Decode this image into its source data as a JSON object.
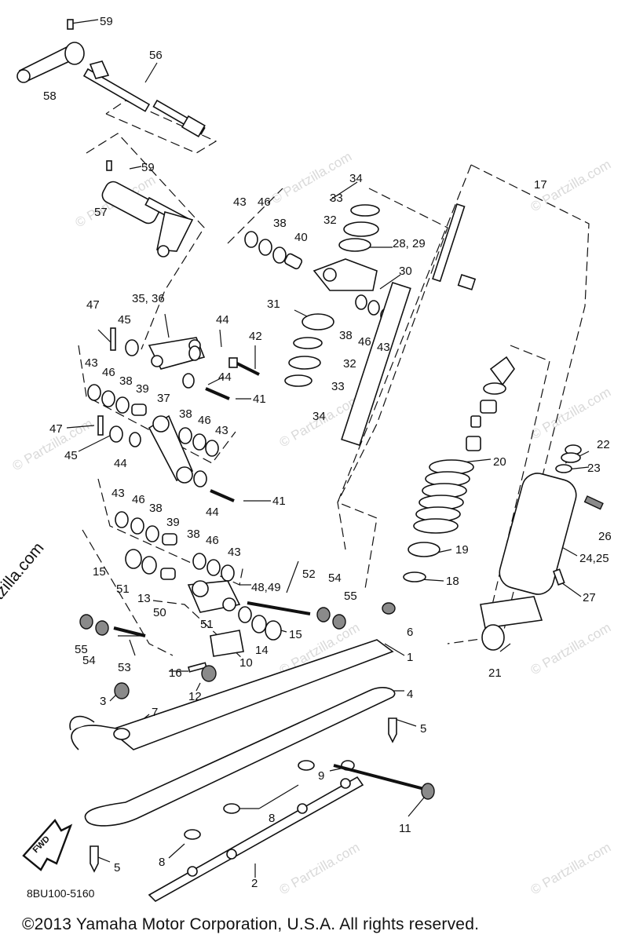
{
  "diagram": {
    "watermark": "© Partzilla.com",
    "side_watermark": "© Partzilla.com",
    "diagram_code": "8BU100-5160",
    "copyright": "©2013 Yamaha Motor Corporation, U.S.A. All rights reserved.",
    "fwd_label": "FWD",
    "callouts": {
      "c59a": "59",
      "c56": "56",
      "c58": "58",
      "c59b": "59",
      "c57": "57",
      "c43a": "43",
      "c46a": "46",
      "c38a": "38",
      "c40": "40",
      "c34a": "34",
      "c33a": "33",
      "c32a": "32",
      "c2829": "28, 29",
      "c30": "30",
      "c17": "17",
      "c31": "31",
      "c38b": "38",
      "c46b": "46",
      "c43b": "43",
      "c47a": "47",
      "c45a": "45",
      "c3536": "35, 36",
      "c44a": "44",
      "c42": "42",
      "c32b": "32",
      "c33b": "33",
      "c34b": "34",
      "c43c": "43",
      "c46c": "46",
      "c38c": "38",
      "c39a": "39",
      "c44b": "44",
      "c41a": "41",
      "c47b": "47",
      "c37": "37",
      "c38d": "38",
      "c46d": "46",
      "c43d": "43",
      "c45b": "45",
      "c44c": "44",
      "c44d": "44",
      "c41b": "41",
      "c43e": "43",
      "c46e": "46",
      "c38e": "38",
      "c39b": "39",
      "c38f": "38",
      "c46f": "46",
      "c43f": "43",
      "c15a": "15",
      "c51a": "51",
      "c13": "13",
      "c4849": "48,49",
      "c50": "50",
      "c52": "52",
      "c54a": "54",
      "c55a": "55",
      "c22": "22",
      "c23": "23",
      "c20": "20",
      "c26": "26",
      "c19": "19",
      "c2425": "24,25",
      "c18": "18",
      "c27": "27",
      "c6": "6",
      "c1": "1",
      "c21": "21",
      "c51b": "51",
      "c15b": "15",
      "c55b": "55",
      "c54b": "54",
      "c53": "53",
      "c14": "14",
      "c10": "10",
      "c16": "16",
      "c12": "12",
      "c3": "3",
      "c7": "7",
      "c4": "4",
      "c5a": "5",
      "c9": "9",
      "c8a": "8",
      "c8b": "8",
      "c11": "11",
      "c5b": "5",
      "c2": "2"
    }
  }
}
